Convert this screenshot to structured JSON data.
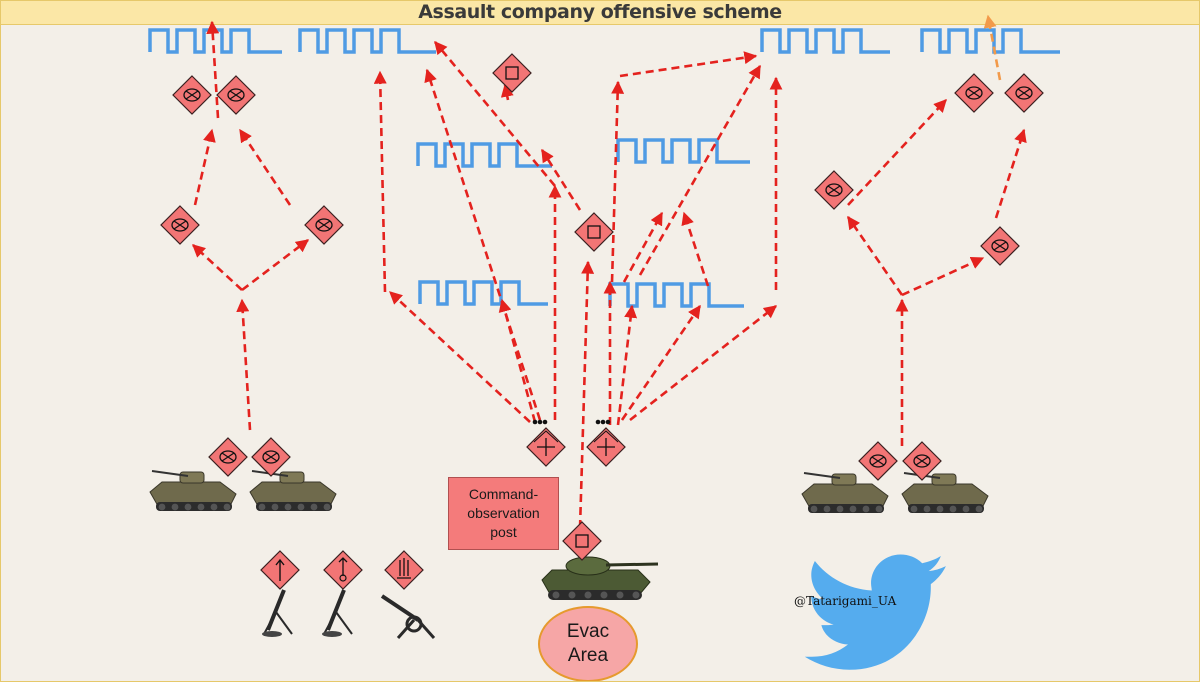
{
  "title": "Assault company offensive scheme",
  "labels": {
    "command_post": "Command-\nobservation\npost",
    "evac_area": "Evac\nArea",
    "watermark": "@Tatarigami_UA"
  },
  "colors": {
    "arrow": "#e4221e",
    "trench": "#4f9be4",
    "marker_fill": "#f27575",
    "title_bar": "#fbe7a6",
    "twitter": "#55acee",
    "label_box": "#f47b7b"
  },
  "icons": [
    "infantry-marker",
    "engineer-marker",
    "recon-marker",
    "trench-line",
    "ifv-vehicle",
    "tank",
    "mortar",
    "twitter-bird"
  ]
}
